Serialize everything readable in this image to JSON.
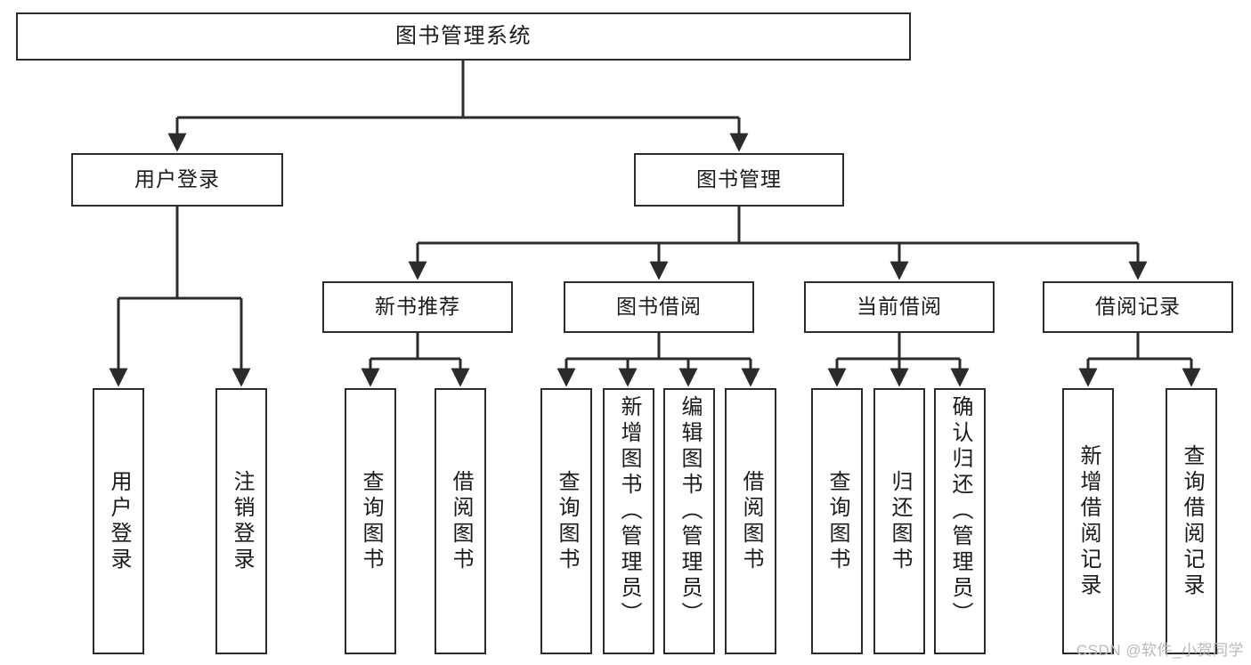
{
  "diagram": {
    "title": "图书管理系统",
    "type": "tree",
    "orientation": "top-down",
    "colors": {
      "background": "#ffffff",
      "box_fill": "#ffffff",
      "box_stroke": "#2b2b2b",
      "edge_stroke": "#2b2b2b",
      "text": "#1b1b1b",
      "watermark": "#b9b9b9"
    },
    "nodes": {
      "root": {
        "label": "图书管理系统"
      },
      "level1": [
        {
          "id": "user-login",
          "label": "用户登录"
        },
        {
          "id": "book-manage",
          "label": "图书管理"
        }
      ],
      "level2": [
        {
          "id": "new-book-recommend",
          "label": "新书推荐"
        },
        {
          "id": "book-borrow",
          "label": "图书借阅"
        },
        {
          "id": "current-borrow",
          "label": "当前借阅"
        },
        {
          "id": "borrow-record",
          "label": "借阅记录"
        }
      ],
      "leaves": {
        "user-login": [
          {
            "id": "leaf-user-login",
            "label": "用户登录"
          },
          {
            "id": "leaf-logout",
            "label": "注销登录"
          }
        ],
        "new-book-recommend": [
          {
            "id": "leaf-query-book-1",
            "label": "查询图书"
          },
          {
            "id": "leaf-borrow-book-1",
            "label": "借阅图书"
          }
        ],
        "book-borrow": [
          {
            "id": "leaf-query-book-2",
            "label": "查询图书"
          },
          {
            "id": "leaf-add-book",
            "label": "新增图书（管理员）"
          },
          {
            "id": "leaf-edit-book",
            "label": "编辑图书（管理员）"
          },
          {
            "id": "leaf-borrow-book-2",
            "label": "借阅图书"
          }
        ],
        "current-borrow": [
          {
            "id": "leaf-query-book-3",
            "label": "查询图书"
          },
          {
            "id": "leaf-return-book",
            "label": "归还图书"
          },
          {
            "id": "leaf-confirm-return",
            "label": "确认归还（管理员）"
          }
        ],
        "borrow-record": [
          {
            "id": "leaf-add-record",
            "label": "新增借阅记录"
          },
          {
            "id": "leaf-query-record",
            "label": "查询借阅记录"
          }
        ]
      }
    },
    "watermark": "CSDN @软件_小贺同学"
  }
}
